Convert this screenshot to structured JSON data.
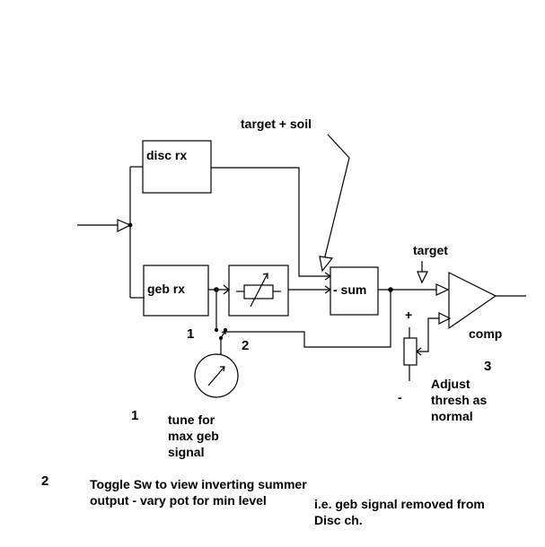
{
  "diagram": {
    "blocks": {
      "disc_rx": "disc rx",
      "geb_rx": "geb rx",
      "sum": "- sum",
      "comp": "comp"
    },
    "annotations": {
      "target_soil": "target + soil",
      "target": "target",
      "pot_plus": "+",
      "pot_minus": "-",
      "switch_pos_1": "1",
      "switch_pos_2": "2",
      "step3_number": "3",
      "step3_text": "Adjust\nthresh as\nnormal"
    },
    "notes": [
      {
        "number": "1",
        "text": "tune for\nmax geb\nsignal"
      },
      {
        "number": "2",
        "text": "Toggle Sw to view inverting summer\noutput - vary pot for min level"
      }
    ],
    "note_extra": "i.e. geb signal removed from\nDisc ch."
  },
  "colors": {
    "ink": "#000000",
    "background": "#ffffff"
  }
}
